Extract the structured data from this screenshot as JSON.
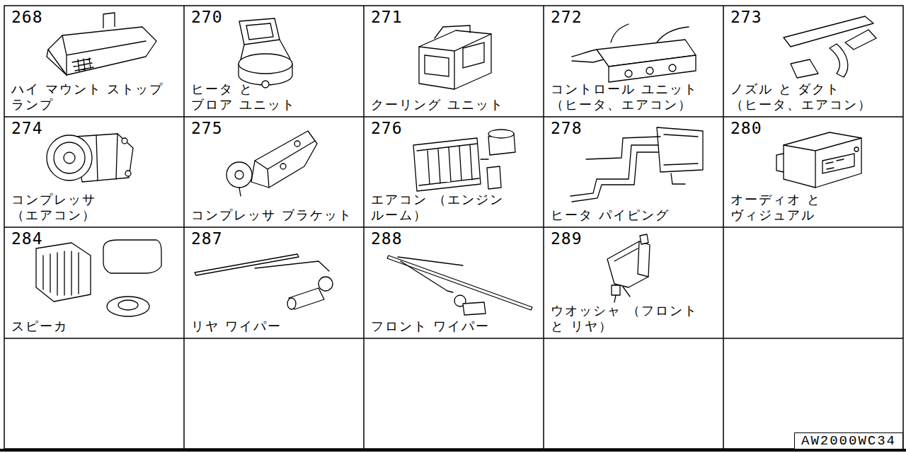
{
  "diagram": {
    "nodes": [
      {
        "text": [
          "268",
          "ハイ マウント ストップ ランプ"
        ]
      },
      {
        "text": [
          "270",
          "ヒータ と ブロア ユニット"
        ]
      },
      {
        "text": [
          "271",
          "クーリング ユニット"
        ]
      },
      {
        "text": [
          "272",
          "コントロール ユニット （ヒータ、エアコン）"
        ]
      },
      {
        "text": [
          "273",
          "ノズル と ダクト （ヒータ、エアコン）"
        ]
      },
      {
        "text": [
          "274",
          "コンプレッサ （エアコン）"
        ]
      },
      {
        "text": [
          "275",
          "コンプレッサ ブラケット"
        ]
      },
      {
        "text": [
          "276",
          "エアコン （エンジン ルーム）"
        ]
      },
      {
        "text": [
          "278",
          "ヒータ パイピング"
        ]
      },
      {
        "text": [
          "280",
          "オーディオ と ヴィジュアル"
        ]
      },
      {
        "text": [
          "284",
          "スピーカ"
        ]
      },
      {
        "text": [
          "287",
          "リヤ ワイパー"
        ]
      },
      {
        "text": [
          "288",
          "フロント ワイパー"
        ]
      },
      {
        "text": [
          "289",
          "ウオッシャ （フロント と リヤ）"
        ]
      },
      {
        "text": [
          "AW2000WC34"
        ]
      }
    ]
  }
}
